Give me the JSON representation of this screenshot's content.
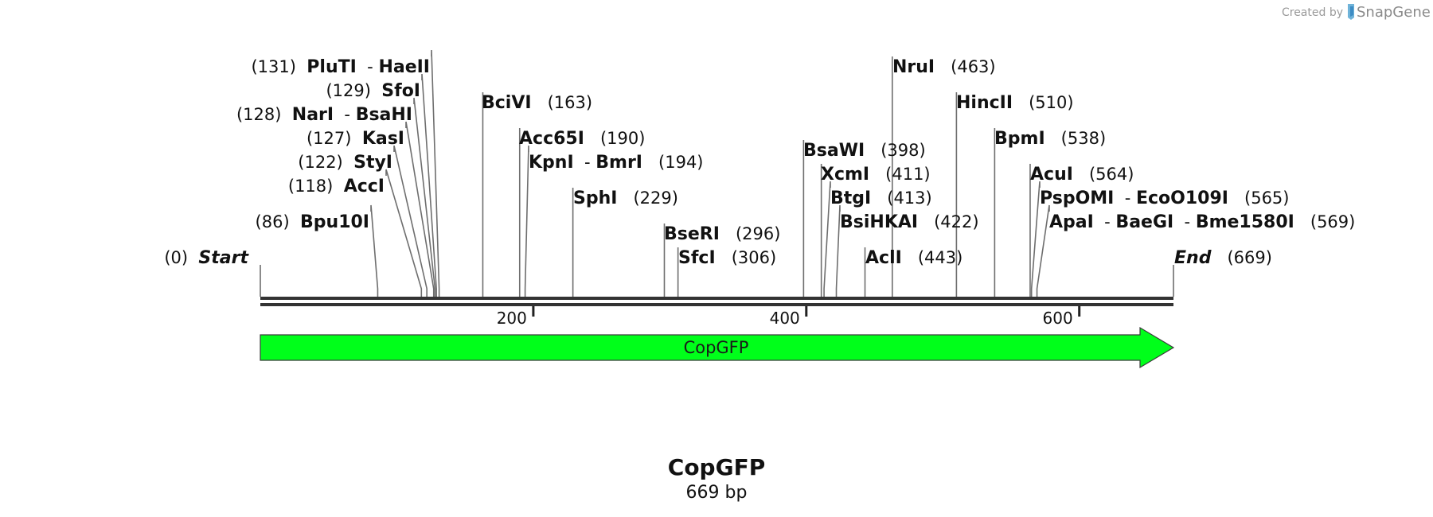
{
  "credit": {
    "prefix": "Created by",
    "brand": "SnapGene"
  },
  "map": {
    "length": 669,
    "ticks": [
      {
        "pos": 200,
        "label": "200"
      },
      {
        "pos": 400,
        "label": "400"
      },
      {
        "pos": 600,
        "label": "600"
      }
    ],
    "sites": [
      {
        "pos": 0,
        "pos_label": "(0)",
        "names": [
          "Start"
        ],
        "kind": "end"
      },
      {
        "pos": 86,
        "pos_label": "(86)",
        "names": [
          "Bpu10I"
        ]
      },
      {
        "pos": 118,
        "pos_label": "(118)",
        "names": [
          "AccI"
        ]
      },
      {
        "pos": 122,
        "pos_label": "(122)",
        "names": [
          "StyI"
        ]
      },
      {
        "pos": 127,
        "pos_label": "(127)",
        "names": [
          "KasI"
        ]
      },
      {
        "pos": 128,
        "pos_label": "(128)",
        "names": [
          "NarI",
          "BsaHI"
        ]
      },
      {
        "pos": 129,
        "pos_label": "(129)",
        "names": [
          "SfoI"
        ]
      },
      {
        "pos": 131,
        "pos_label": "(131)",
        "names": [
          "PluTI",
          "HaeII"
        ]
      },
      {
        "pos": 163,
        "pos_label": "(163)",
        "names": [
          "BciVI"
        ]
      },
      {
        "pos": 190,
        "pos_label": "(190)",
        "names": [
          "Acc65I"
        ]
      },
      {
        "pos": 194,
        "pos_label": "(194)",
        "names": [
          "KpnI",
          "BmrI"
        ]
      },
      {
        "pos": 229,
        "pos_label": "(229)",
        "names": [
          "SphI"
        ]
      },
      {
        "pos": 296,
        "pos_label": "(296)",
        "names": [
          "BseRI"
        ]
      },
      {
        "pos": 306,
        "pos_label": "(306)",
        "names": [
          "SfcI"
        ]
      },
      {
        "pos": 398,
        "pos_label": "(398)",
        "names": [
          "BsaWI"
        ]
      },
      {
        "pos": 411,
        "pos_label": "(411)",
        "names": [
          "XcmI"
        ]
      },
      {
        "pos": 413,
        "pos_label": "(413)",
        "names": [
          "BtgI"
        ]
      },
      {
        "pos": 422,
        "pos_label": "(422)",
        "names": [
          "BsiHKAI"
        ]
      },
      {
        "pos": 443,
        "pos_label": "(443)",
        "names": [
          "AclI"
        ]
      },
      {
        "pos": 463,
        "pos_label": "(463)",
        "names": [
          "NruI"
        ]
      },
      {
        "pos": 510,
        "pos_label": "(510)",
        "names": [
          "HincII"
        ]
      },
      {
        "pos": 538,
        "pos_label": "(538)",
        "names": [
          "BpmI"
        ]
      },
      {
        "pos": 564,
        "pos_label": "(564)",
        "names": [
          "AcuI"
        ]
      },
      {
        "pos": 565,
        "pos_label": "(565)",
        "names": [
          "PspOMI",
          "EcoO109I"
        ]
      },
      {
        "pos": 569,
        "pos_label": "(569)",
        "names": [
          "ApaI",
          "BaeGI",
          "Bme1580I"
        ]
      },
      {
        "pos": 669,
        "pos_label": "(669)",
        "names": [
          "End"
        ],
        "kind": "end"
      }
    ],
    "feature": {
      "label": "CopGFP",
      "start": 0,
      "end": 669,
      "direction": "forward",
      "color": "#00ff1a"
    }
  },
  "title": {
    "name": "CopGFP",
    "length_label": "669 bp"
  }
}
